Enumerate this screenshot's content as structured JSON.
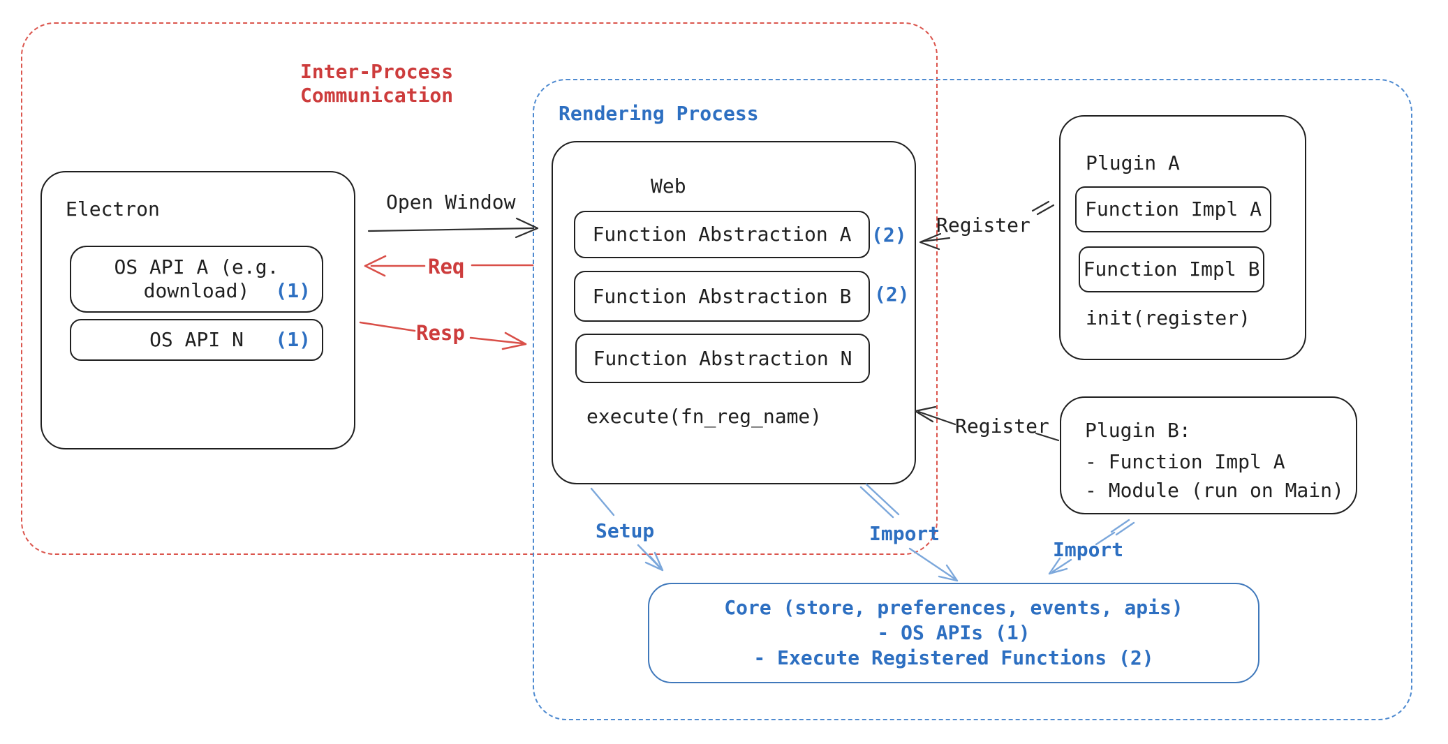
{
  "regions": {
    "ipc": {
      "label_line1": "Inter-Process",
      "label_line2": "Communication"
    },
    "rendering": {
      "label": "Rendering Process"
    }
  },
  "electron": {
    "title": "Electron",
    "os_api_a": {
      "line1": "OS API A (e.g.",
      "line2": "download)",
      "badge": "(1)"
    },
    "os_api_n": {
      "label": "OS API N",
      "badge": "(1)"
    }
  },
  "web": {
    "title": "Web",
    "abstraction_a": {
      "label": "Function Abstraction A",
      "badge": "(2)"
    },
    "abstraction_b": {
      "label": "Function Abstraction B",
      "badge": "(2)"
    },
    "abstraction_n": {
      "label": "Function Abstraction N"
    },
    "execute": "execute(fn_reg_name)"
  },
  "plugin_a": {
    "title": "Plugin A",
    "impl_a": "Function Impl A",
    "impl_b": "Function Impl B",
    "init": "init(register)"
  },
  "plugin_b": {
    "title": "Plugin B:",
    "item1": "- Function Impl A",
    "item2": "- Module (run on Main)"
  },
  "core": {
    "line1": "Core (store, preferences, events, apis)",
    "line2": "- OS APIs (1)",
    "line3": "- Execute Registered Functions (2)"
  },
  "labels": {
    "open_window": "Open Window",
    "req": "Req",
    "resp": "Resp",
    "register_top": "Register",
    "register_bottom": "Register",
    "setup": "Setup",
    "import_web": "Import",
    "import_plugin": "Import"
  },
  "colors": {
    "ink": "#1f1f1f",
    "red": "#cd3c3c",
    "red_dash": "#db554d",
    "red_arrow": "#d94f48",
    "blue": "#2d6fc1",
    "blue_dash": "#4e8ad0",
    "core_border": "#3f78bb",
    "arrow_blue": "#7ba7db"
  }
}
